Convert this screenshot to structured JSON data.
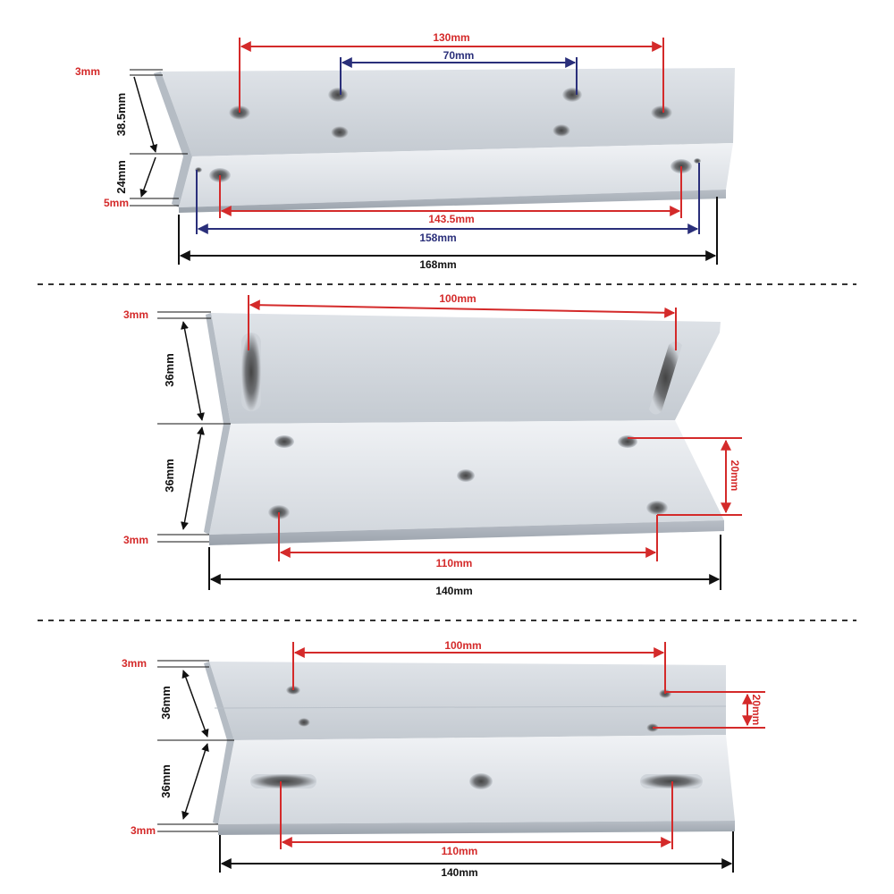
{
  "colors": {
    "red_dimension": "#d42a2a",
    "blue_dimension": "#2a2f7a",
    "black_dimension": "#111111",
    "metal_light": "#e4e8ec",
    "metal_mid": "#c9cfd6",
    "metal_dark": "#a9b0b8"
  },
  "panels": [
    {
      "name": "bracket-1",
      "labels": {
        "top_holes": "130mm",
        "inner_holes": "70mm",
        "thickness_top": "3mm",
        "upper_height": "38.5mm",
        "lower_height": "24mm",
        "thickness_bottom": "5mm",
        "slot_span": "143.5mm",
        "outer_span": "158mm",
        "total_length": "168mm"
      }
    },
    {
      "name": "bracket-2",
      "labels": {
        "top_slots": "100mm",
        "thickness_top": "3mm",
        "upper_height": "36mm",
        "lower_height": "36mm",
        "thickness_bottom": "3mm",
        "hole_depth": "20mm",
        "hole_span": "110mm",
        "total_length": "140mm"
      }
    },
    {
      "name": "bracket-3",
      "labels": {
        "top_holes": "100mm",
        "thickness_top": "3mm",
        "upper_height": "36mm",
        "lower_height": "36mm",
        "thickness_bottom": "3mm",
        "hole_depth": "20mm",
        "slot_span": "110mm",
        "total_length": "140mm"
      }
    }
  ]
}
